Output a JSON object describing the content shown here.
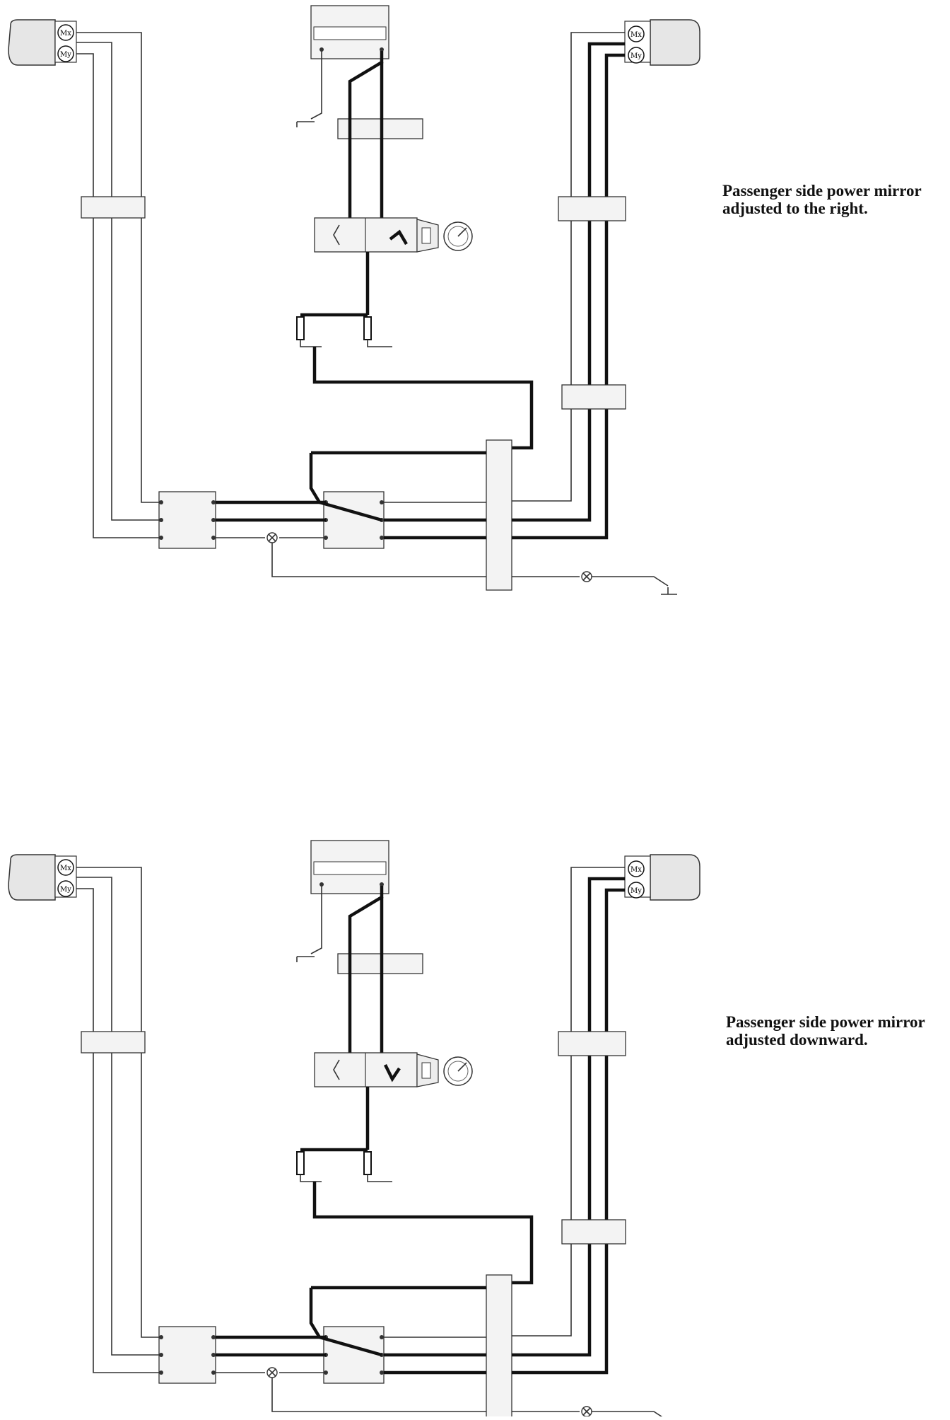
{
  "diagrams": [
    {
      "caption_line1": "Passenger side power mirror",
      "caption_line2": "adjusted to the right.",
      "left_motor_labels": [
        "Mx",
        "My"
      ],
      "right_motor_labels": [
        "Mx",
        "My"
      ]
    },
    {
      "caption_line1": "Passenger side power mirror",
      "caption_line2": "adjusted downward.",
      "left_motor_labels": [
        "Mx",
        "My"
      ],
      "right_motor_labels": [
        "Mx",
        "My"
      ]
    }
  ]
}
